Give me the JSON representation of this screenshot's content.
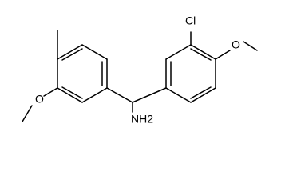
{
  "molecule": {
    "atoms": {
      "chlorine": "Cl",
      "methoxy_right": "O",
      "methoxy_left": "O",
      "amine": "NH2"
    }
  }
}
